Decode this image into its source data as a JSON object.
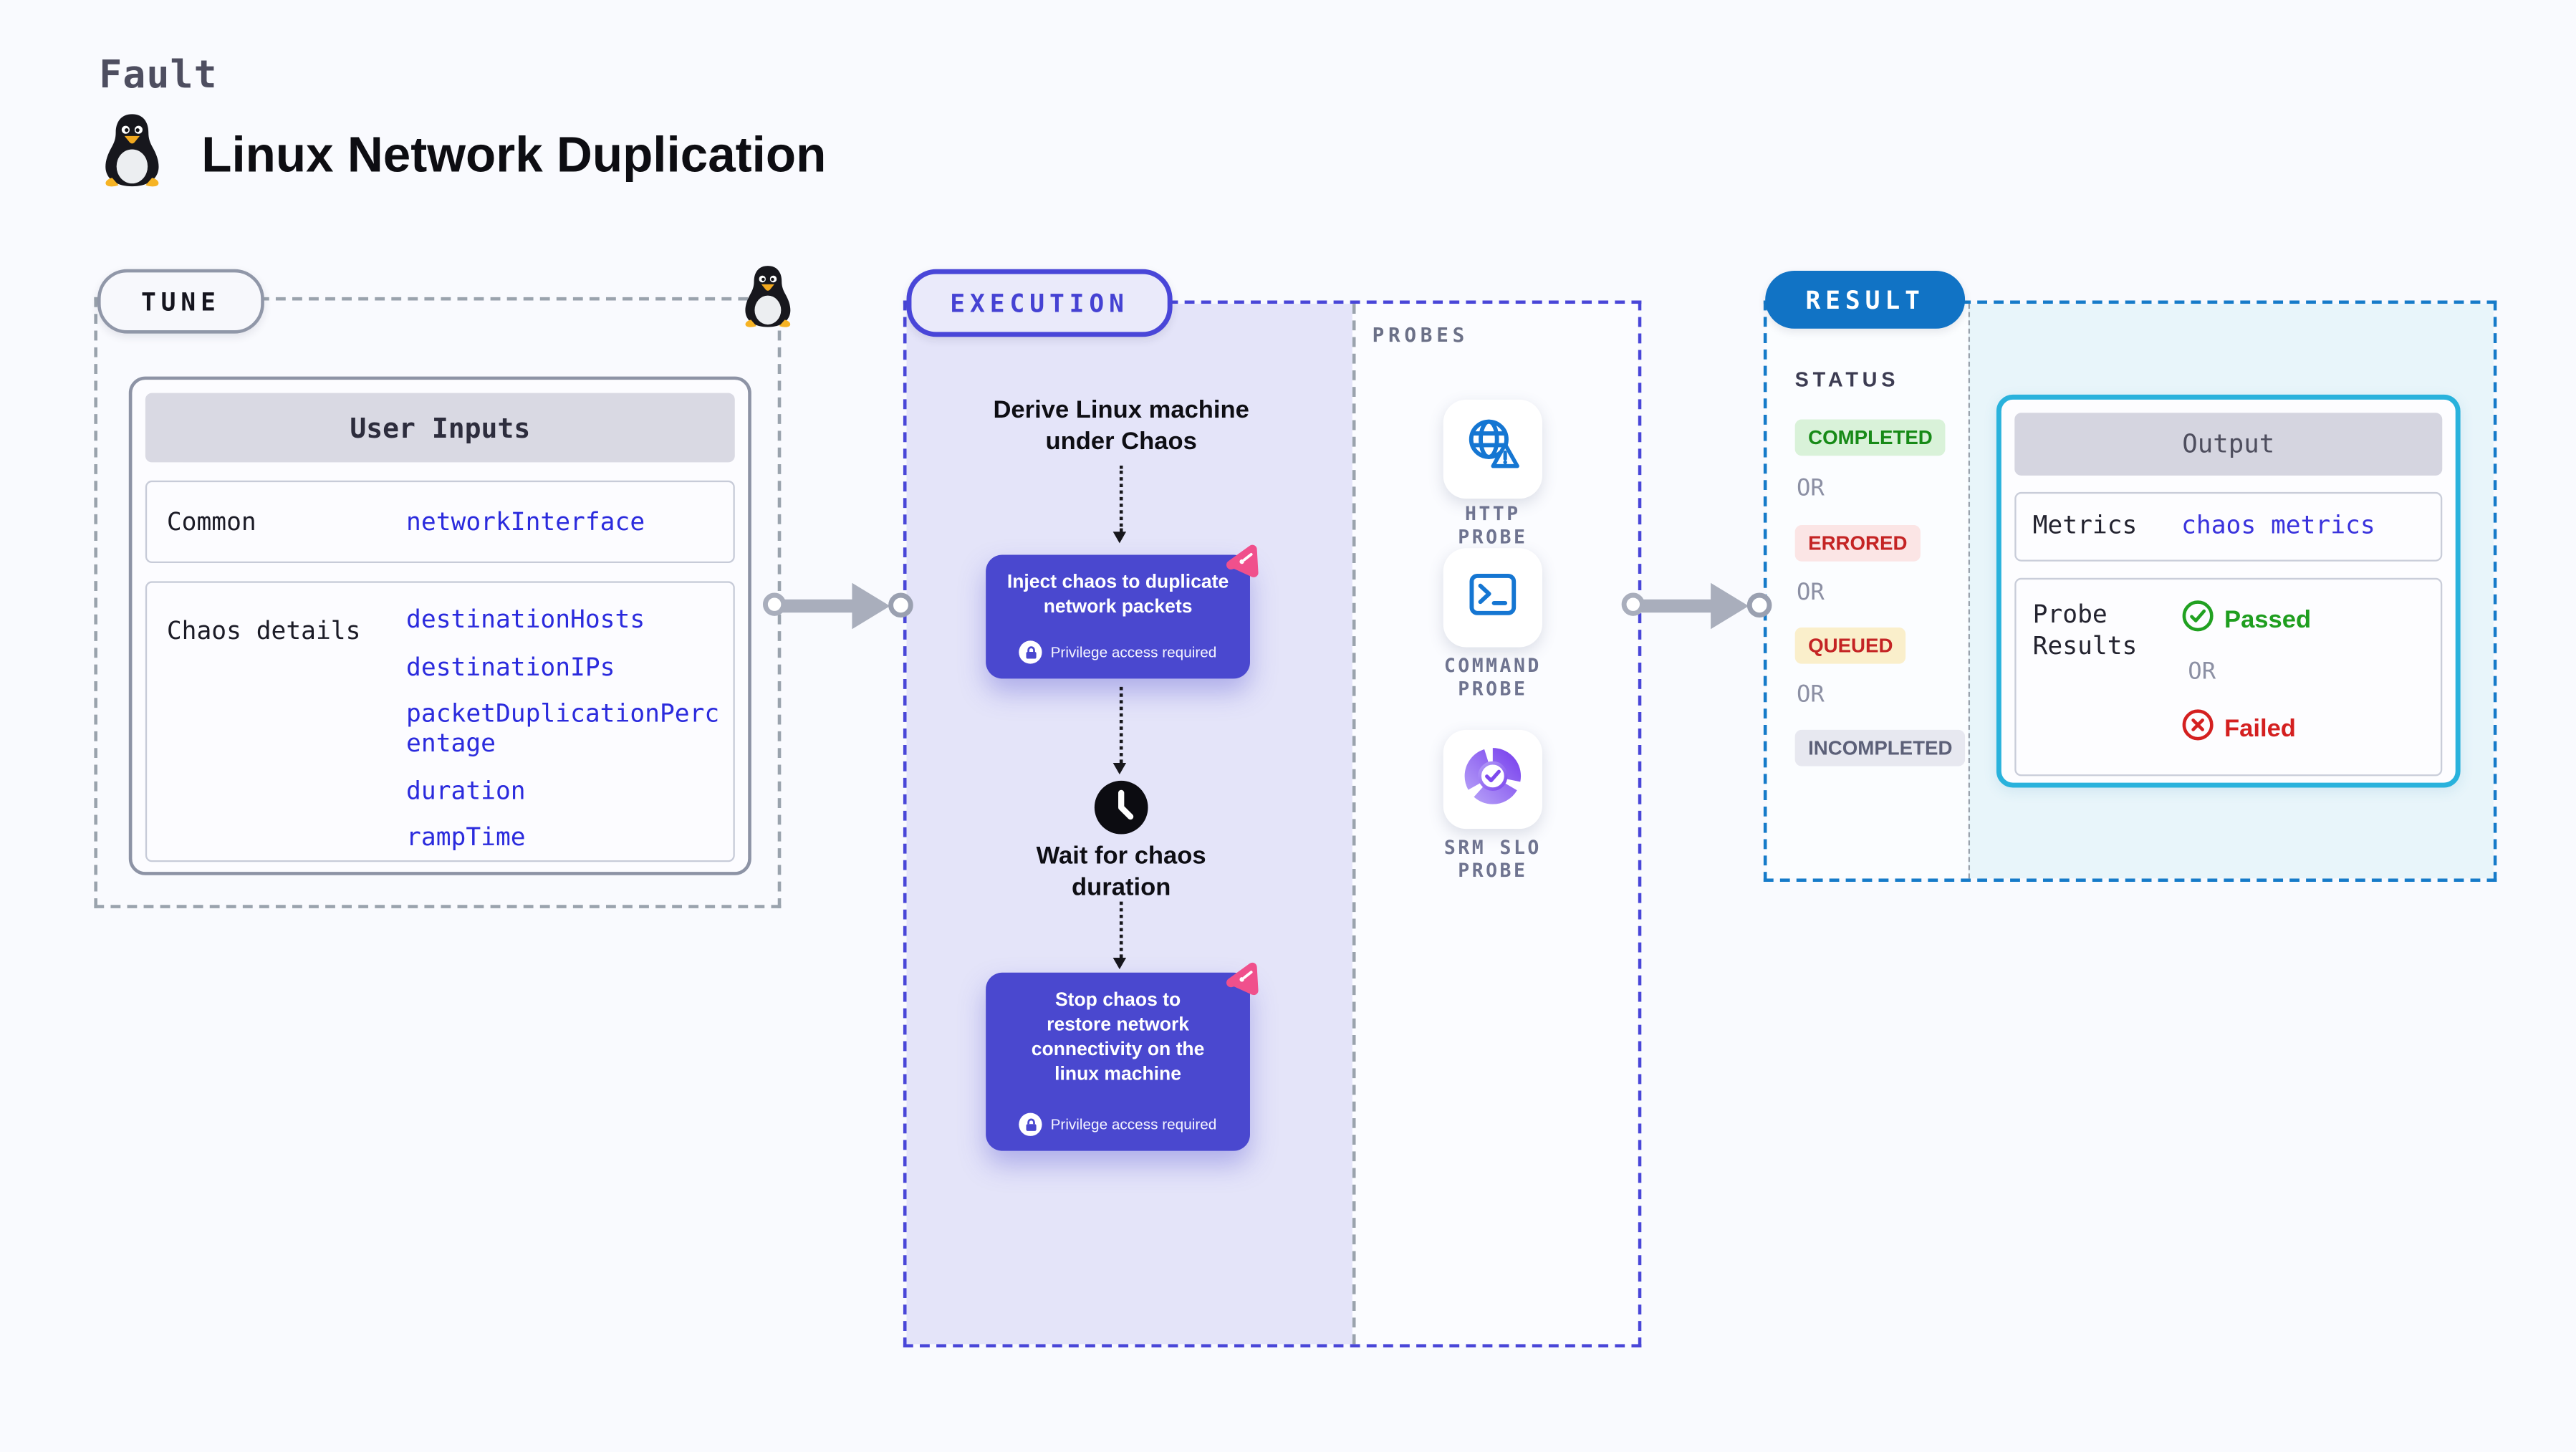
{
  "header": {
    "category_label": "Fault",
    "title": "Linux Network Duplication",
    "title_icon": "tux-penguin"
  },
  "tune": {
    "badge_label": "TUNE",
    "corner_icon": "tux-penguin",
    "user_inputs": {
      "header": "User Inputs",
      "rows": [
        {
          "label": "Common",
          "values": [
            "networkInterface"
          ]
        },
        {
          "label": "Chaos details",
          "values": [
            "destinationHosts",
            "destinationIPs",
            "packetDuplicationPercentage",
            "duration",
            "rampTime"
          ]
        }
      ]
    }
  },
  "execution": {
    "badge_label": "EXECUTION",
    "steps": {
      "derive": "Derive Linux machine\nunder Chaos",
      "inject": {
        "title": "Inject chaos to duplicate\nnetwork packets",
        "privilege_note": "Privilege access required"
      },
      "wait": "Wait for chaos\nduration",
      "stop": {
        "title": "Stop chaos to\nrestore network\nconnectivity on the\nlinux machine",
        "privilege_note": "Privilege access required"
      }
    },
    "probes": {
      "section_label": "PROBES",
      "items": [
        {
          "label": "HTTP PROBE",
          "icon": "globe-alert-icon"
        },
        {
          "label": "COMMAND PROBE",
          "icon": "terminal-icon"
        },
        {
          "label": "SRM SLO PROBE",
          "icon": "slo-donut-check-icon"
        }
      ]
    }
  },
  "result": {
    "badge_label": "RESULT",
    "status_heading": "STATUS",
    "or_label": "OR",
    "statuses": [
      {
        "label": "COMPLETED",
        "text_color": "#178a17",
        "bg_color": "#d9f2d9"
      },
      {
        "label": "ERRORED",
        "text_color": "#c42424",
        "bg_color": "#fbe5e5"
      },
      {
        "label": "QUEUED",
        "text_color": "#c42424",
        "bg_color": "#faefcb"
      },
      {
        "label": "INCOMPLETED",
        "text_color": "#5c6078",
        "bg_color": "#e7e8f0"
      }
    ],
    "output": {
      "header": "Output",
      "metrics_label": "Metrics",
      "metrics_value": "chaos metrics",
      "probe_results_label": "Probe Results",
      "passed_label": "Passed",
      "or_label": "OR",
      "failed_label": "Failed"
    }
  },
  "colors": {
    "page_background": "#f9fafe",
    "step_box_indigo": "#4a48cf",
    "execution_dashed_border": "#4946d8",
    "tune_dashed_border": "#9aa3ad",
    "result_dashed_border": "#167bc9",
    "result_badge_bg": "#1173c5",
    "value_link_blue": "#2b2bdd",
    "output_border_cyan": "#29b2dc",
    "passed_green": "#1f9e1f",
    "failed_red": "#d42020",
    "chaos_icon_pink": "#f0508c",
    "probe_icon_blue": "#1576d2"
  }
}
